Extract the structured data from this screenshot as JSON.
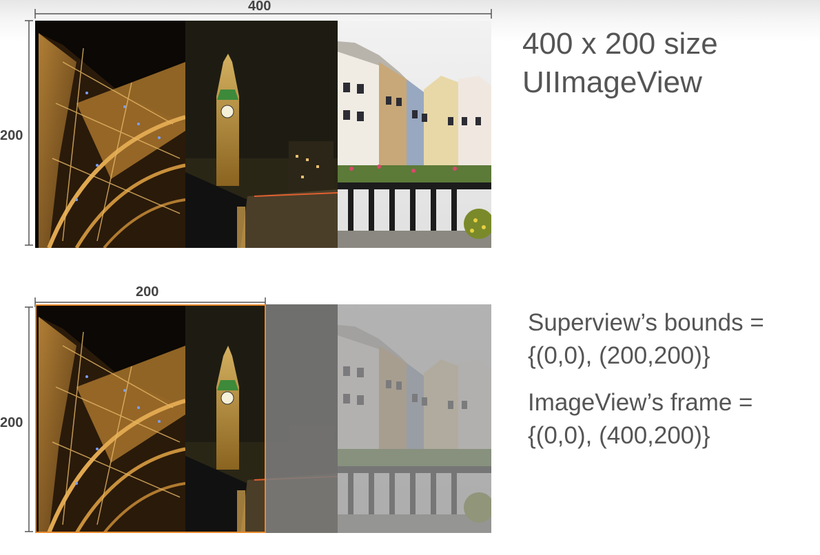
{
  "top": {
    "width_label": "400",
    "height_label": "200",
    "caption_line1": "400 x 200 size",
    "caption_line2": "UIImageView"
  },
  "bottom": {
    "width_label": "200",
    "height_label": "200",
    "bounds_line1": "Superview’s bounds =",
    "bounds_line2": "{(0,0), (200,200)}",
    "frame_line1": "ImageView’s frame =",
    "frame_line2": "{(0,0), (400,200)}"
  },
  "colors": {
    "superview_border": "#e8892b",
    "dimension_line": "#555555"
  },
  "photos": [
    "eiffel-tower-photo",
    "big-ben-photo",
    "colmar-houses-photo"
  ]
}
